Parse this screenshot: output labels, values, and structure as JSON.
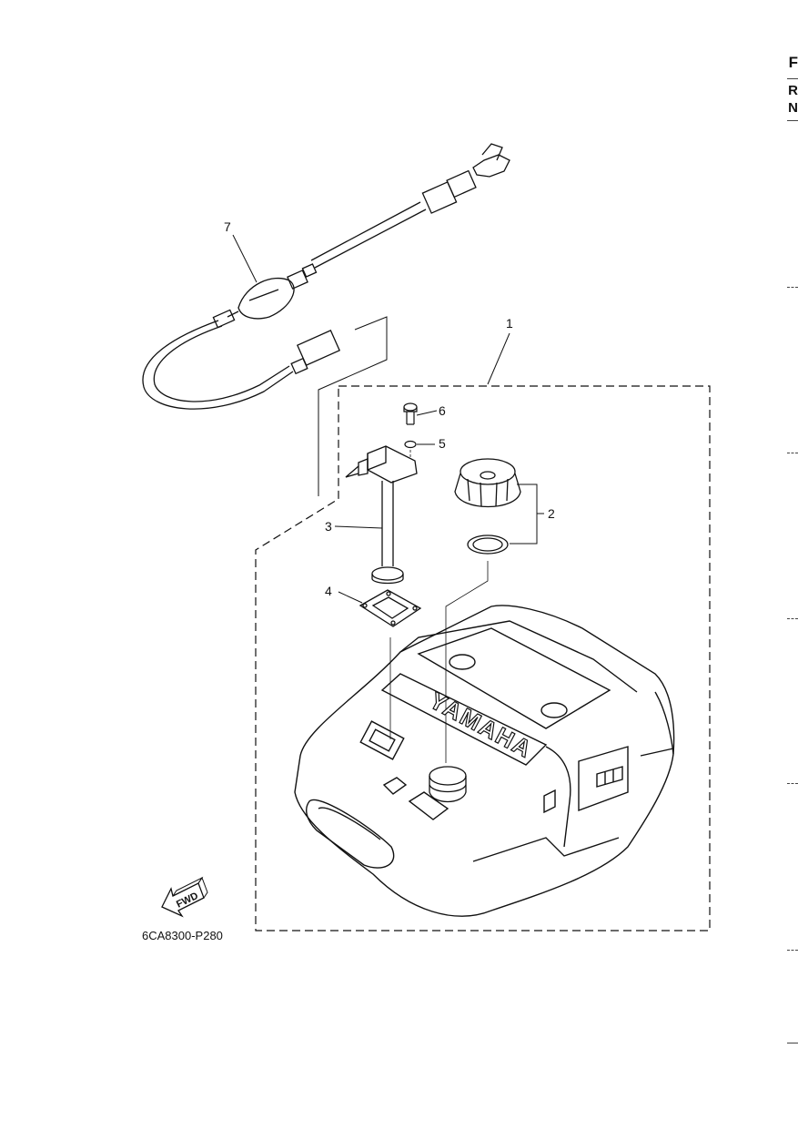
{
  "callouts": {
    "c1": "1",
    "c2": "2",
    "c3": "3",
    "c4": "4",
    "c5": "5",
    "c6": "6",
    "c7": "7"
  },
  "fwd_label": "FWD",
  "tank_brand": "YAMAHA",
  "figure_code": "6CA8300-P280",
  "edge_letters": [
    "F",
    "R",
    "N"
  ],
  "colors": {
    "line": "#111111",
    "paper": "#ffffff"
  }
}
